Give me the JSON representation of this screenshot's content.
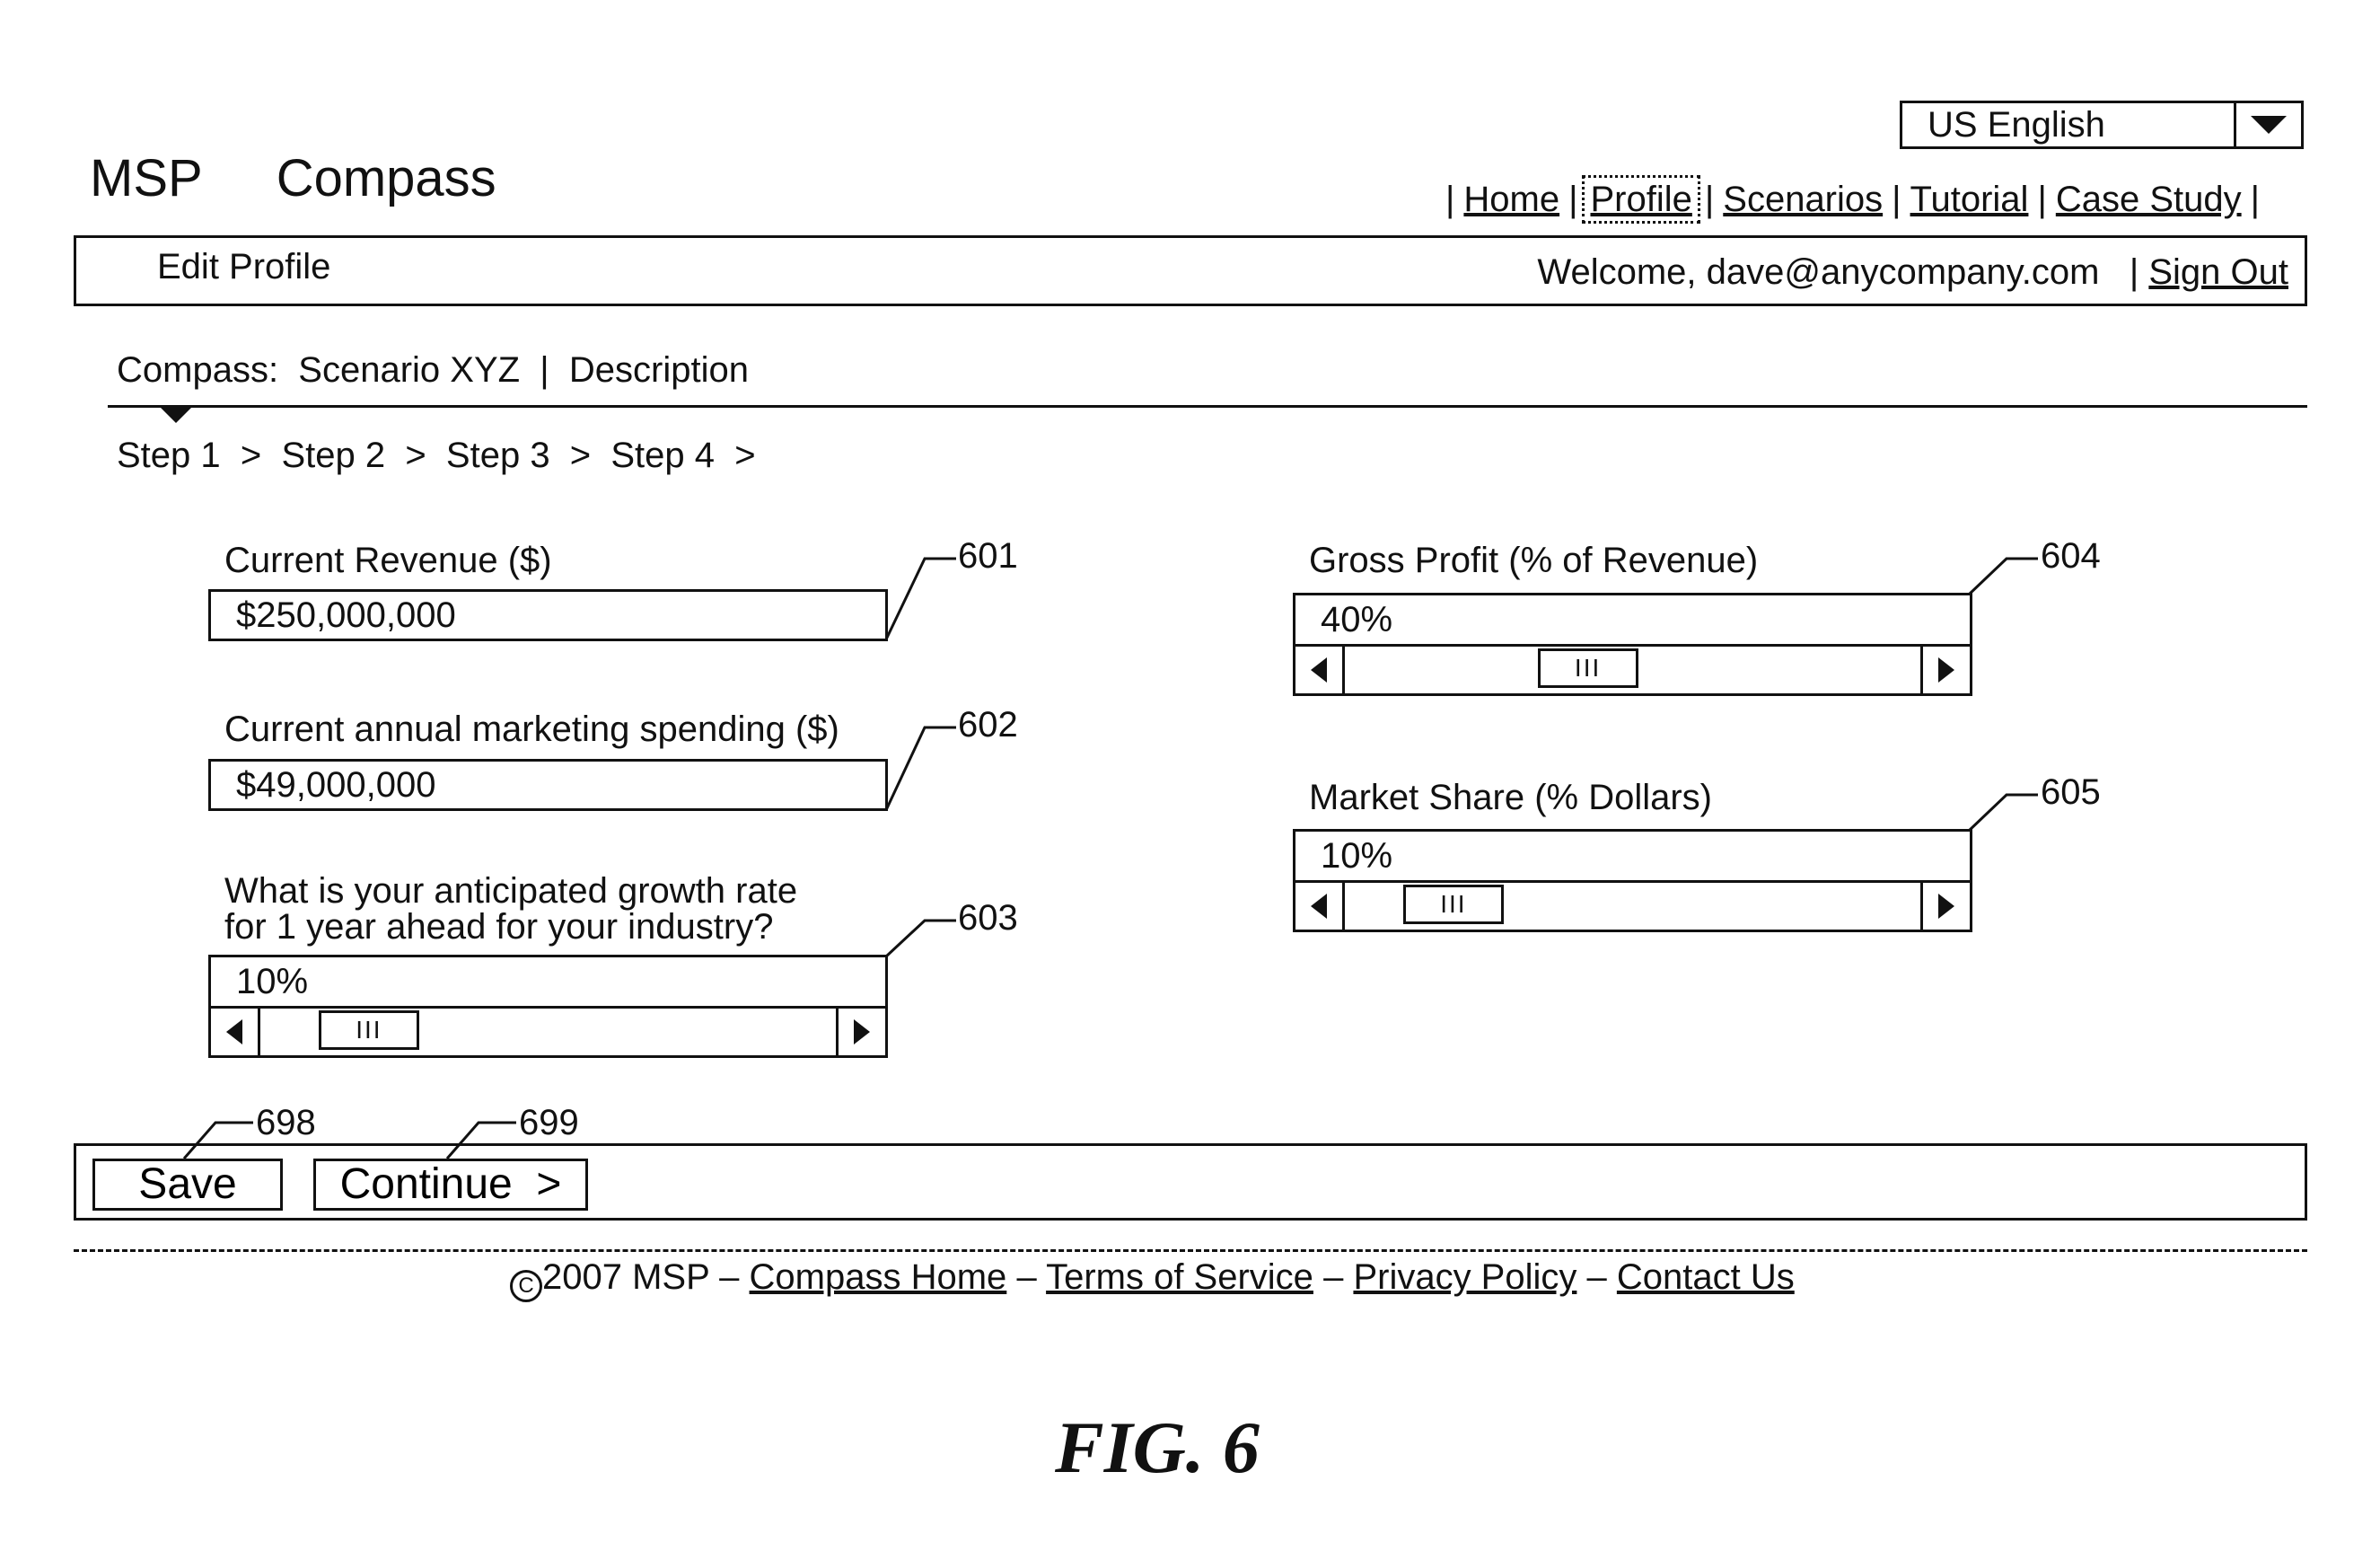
{
  "language": {
    "selected": "US English"
  },
  "app": {
    "brand": "MSP",
    "product": "Compass"
  },
  "nav": {
    "items": [
      {
        "label": "Home"
      },
      {
        "label": "Profile"
      },
      {
        "label": "Scenarios"
      },
      {
        "label": "Tutorial"
      },
      {
        "label": "Case Study"
      }
    ],
    "active": "Profile"
  },
  "header": {
    "page_title": "Edit Profile",
    "welcome": "Welcome, dave@anycompany.com",
    "signout": "Sign Out"
  },
  "breadcrumb": {
    "text": "Compass:  Scenario XYZ  |  Description"
  },
  "steps": {
    "text": "Step 1  >  Step 2  >  Step 3  >  Step 4  >"
  },
  "fields": {
    "revenue": {
      "label": "Current Revenue ($)",
      "value": "$250,000,000",
      "ref": "601"
    },
    "marketing": {
      "label": "Current annual marketing spending ($)",
      "value": "$49,000,000",
      "ref": "602"
    },
    "growth": {
      "label_line1": "What is your anticipated growth rate",
      "label_line2": "for 1 year ahead for your industry?",
      "value": "10%",
      "ref": "603",
      "slider_level": 0.1
    },
    "gross_profit": {
      "label": "Gross Profit (% of Revenue)",
      "value": "40%",
      "ref": "604",
      "slider_level": 0.4
    },
    "market_share": {
      "label": "Market Share (% Dollars)",
      "value": "10%",
      "ref": "605",
      "slider_level": 0.1
    }
  },
  "slider_thumb_glyph": "III",
  "actions": {
    "save": {
      "label": "Save",
      "ref": "698"
    },
    "continue": {
      "label": "Continue  >",
      "ref": "699"
    }
  },
  "footer": {
    "copyright_symbol": "C",
    "copyright": "2007 MSP –",
    "links": [
      "Compass Home",
      "Terms of Service",
      "Privacy Policy",
      "Contact Us"
    ],
    "separator": "–"
  },
  "figure_label": "FIG. 6"
}
